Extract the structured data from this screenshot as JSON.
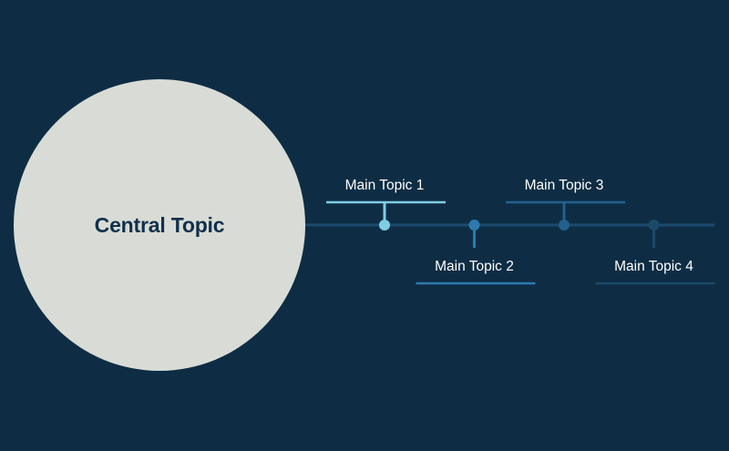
{
  "diagram": {
    "type": "timeline-mind-map",
    "central_topic": {
      "label": "Central Topic"
    },
    "main_topics": [
      {
        "label": "Main Topic 1",
        "side": "above",
        "color": "#7fcde3"
      },
      {
        "label": "Main Topic 2",
        "side": "below",
        "color": "#2e7ab0"
      },
      {
        "label": "Main Topic 3",
        "side": "above",
        "color": "#22608f"
      },
      {
        "label": "Main Topic 4",
        "side": "below",
        "color": "#1b4969"
      }
    ]
  },
  "colors": {
    "background": "#0e2d44",
    "central_fill": "#d9dcd6",
    "central_text": "#10304a",
    "topic_text": "#ffffff",
    "timeline": "#1c4b6d"
  }
}
